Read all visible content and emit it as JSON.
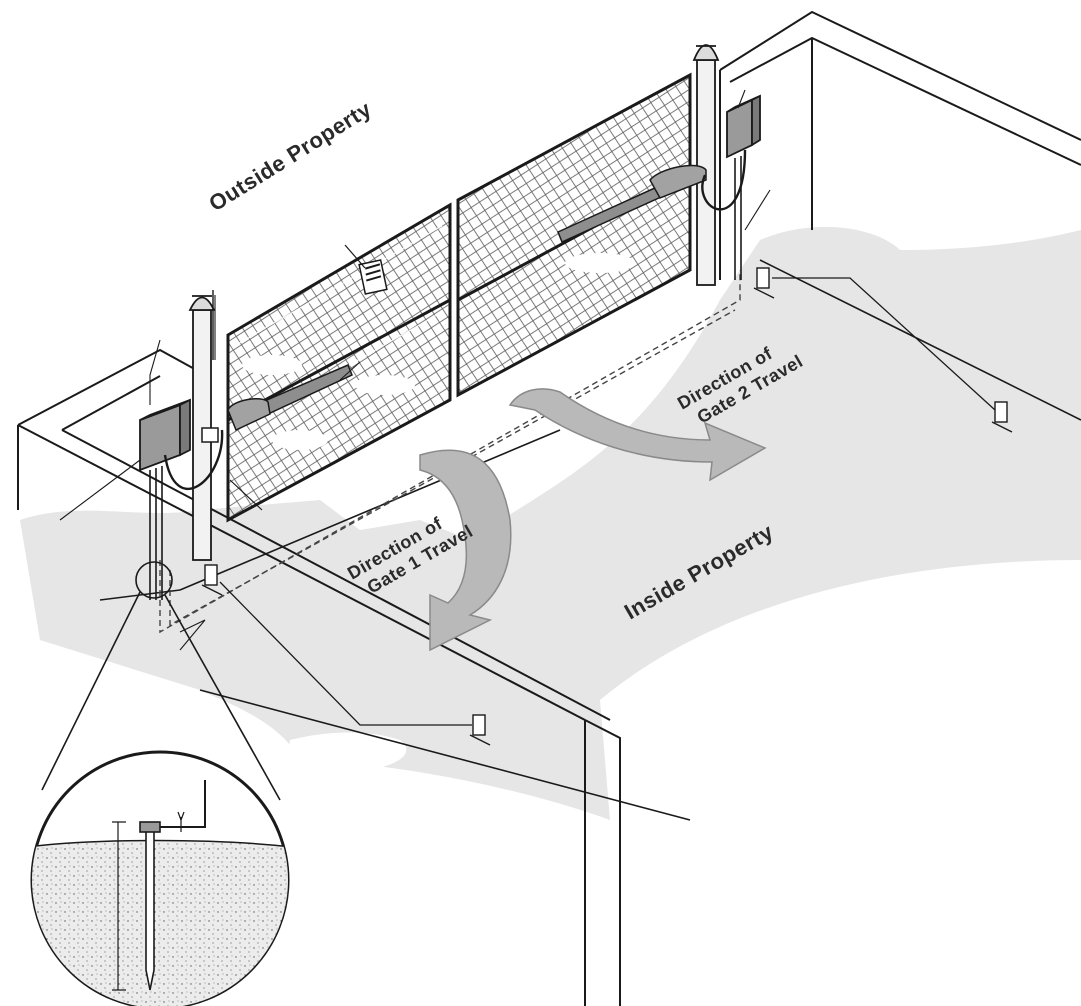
{
  "diagram": {
    "labels": {
      "outside_property": "Outside Property",
      "inside_property": "Inside Property",
      "gate1_travel_line1": "Direction of",
      "gate1_travel_line2": "Gate 1 Travel",
      "gate2_travel_line1": "Direction of",
      "gate2_travel_line2": "Gate 2 Travel"
    },
    "colors": {
      "line": "#1a1a1a",
      "shadow": "#e4e4e4",
      "arrow_fill": "#b9b9b9",
      "arrow_stroke": "#8a8a8a",
      "box_fill": "#9a9a9a",
      "operator_fill": "#8e8e8e",
      "soil": "#e2e2e2",
      "mesh": "#555555"
    },
    "icons": {
      "control_box": "control-box-icon",
      "gate_operator": "linear-actuator-icon",
      "warning_sign": "warning-sign-icon",
      "ground_rod": "ground-rod-icon",
      "photo_eye": "photo-eye-sensor-icon"
    }
  }
}
